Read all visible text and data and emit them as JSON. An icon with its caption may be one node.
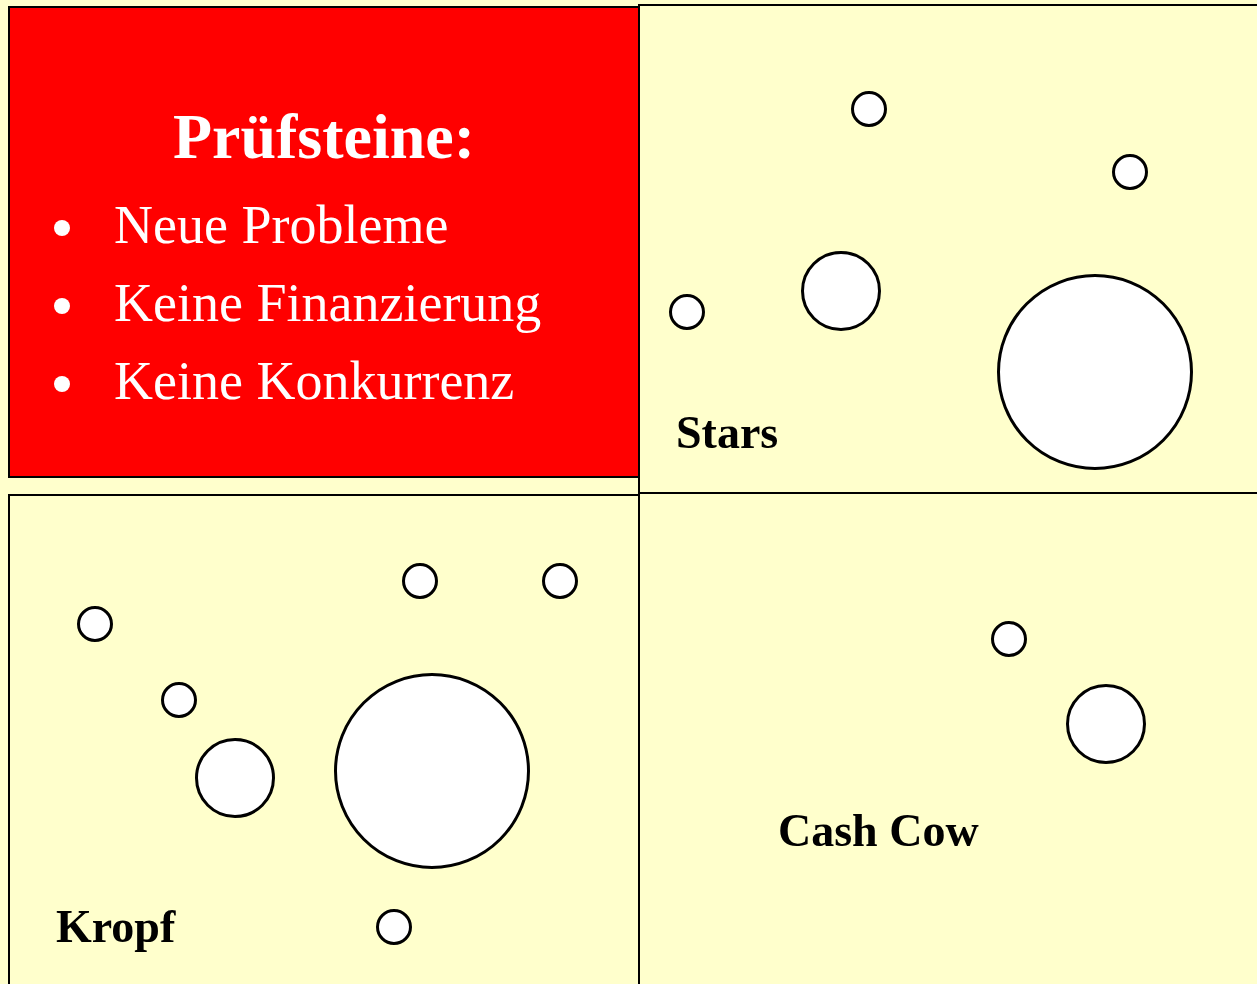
{
  "diagram": {
    "nodes": [
      {
        "text": [
          "Prüfsteine:",
          "Neue Probleme",
          "Keine Finanzierung",
          "Keine Konkurrenz"
        ]
      },
      {
        "text": [
          "Stars"
        ]
      },
      {
        "text": [],
        "shape": "circle",
        "in": 1
      },
      {
        "text": [],
        "shape": "circle",
        "in": 1
      },
      {
        "text": [],
        "shape": "circle",
        "in": 1
      },
      {
        "text": [],
        "shape": "circle",
        "in": 1
      },
      {
        "text": [],
        "shape": "circle",
        "in": 1
      },
      {
        "text": [
          "Kropf"
        ]
      },
      {
        "text": [],
        "shape": "circle",
        "in": 7
      },
      {
        "text": [],
        "shape": "circle",
        "in": 7
      },
      {
        "text": [],
        "shape": "circle",
        "in": 7
      },
      {
        "text": [],
        "shape": "circle",
        "in": 7
      },
      {
        "text": [],
        "shape": "circle",
        "in": 7
      },
      {
        "text": [],
        "shape": "circle",
        "in": 7
      },
      {
        "text": [],
        "shape": "circle",
        "in": 7
      },
      {
        "text": [
          "Cash Cow"
        ]
      },
      {
        "text": [],
        "shape": "circle",
        "in": 15
      },
      {
        "text": [],
        "shape": "circle",
        "in": 15
      }
    ]
  }
}
